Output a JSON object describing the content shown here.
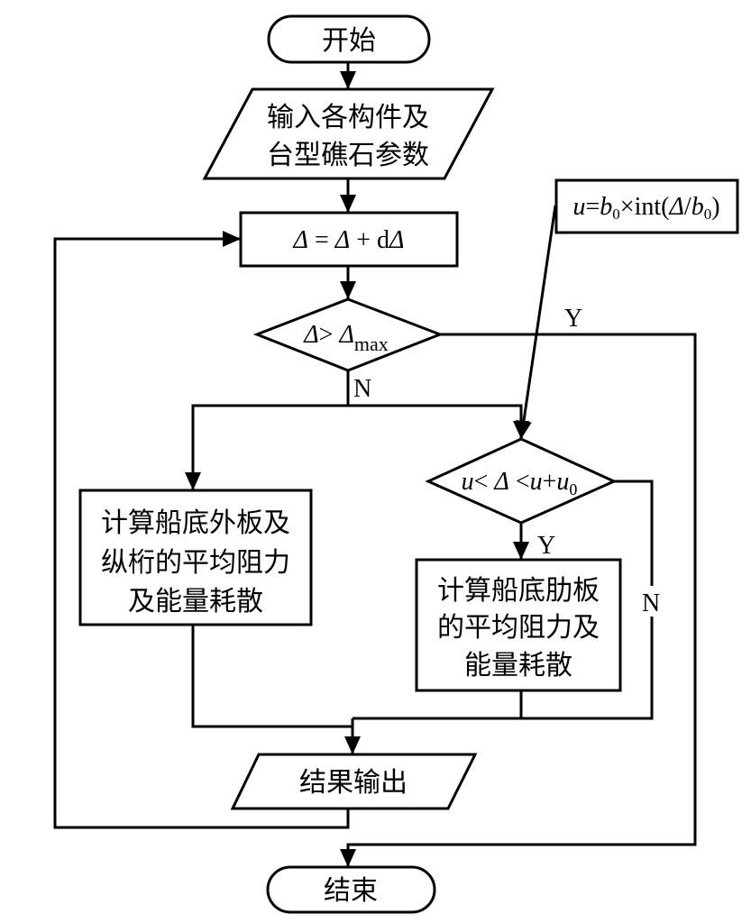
{
  "diagram": {
    "type": "flowchart",
    "nodes": {
      "start": {
        "kind": "terminator",
        "text": "开始"
      },
      "input": {
        "kind": "io",
        "lines": [
          "输入各构件及",
          "台型礁石参数"
        ]
      },
      "increment": {
        "kind": "process",
        "text": "Δ = Δ + dΔ",
        "parts": {
          "lhs": "Δ",
          "eq": " = ",
          "rhs1": "Δ",
          "plus": " + d",
          "rhs2": "Δ"
        }
      },
      "check_max": {
        "kind": "decision",
        "parts": {
          "a": "Δ",
          "op": "> ",
          "b": "Δ",
          "sub": "max"
        }
      },
      "annotation": {
        "kind": "annotation",
        "parts": {
          "u": "u",
          "eq": "=",
          "b": "b",
          "sub0": "0",
          "times": "×int(",
          "delta": "Δ",
          "slash": "/",
          "b2": "b",
          "sub1": "0",
          "close": ")"
        }
      },
      "check_range": {
        "kind": "decision",
        "parts": {
          "u1": "u",
          "lt1": "< ",
          "delta": "Δ",
          "lt2": " <",
          "u2": "u",
          "plus": "+",
          "u3": "u",
          "sub": "0"
        }
      },
      "calc_plate": {
        "kind": "process",
        "lines": [
          "计算船底外板及",
          "纵桁的平均阻力",
          "及能量耗散"
        ]
      },
      "calc_floor": {
        "kind": "process",
        "lines": [
          "计算船底肋板",
          "的平均阻力及",
          "能量耗散"
        ]
      },
      "output": {
        "kind": "io",
        "text": "结果输出"
      },
      "end": {
        "kind": "terminator",
        "text": "结束"
      }
    },
    "edge_labels": {
      "max_yes": "Y",
      "max_no": "N",
      "range_yes": "Y",
      "range_no": "N"
    }
  }
}
